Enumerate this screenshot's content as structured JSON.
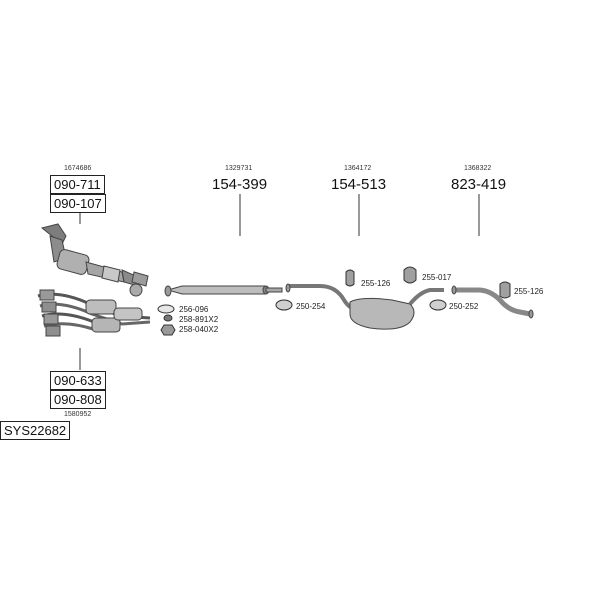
{
  "diagram": {
    "system_code": "SYS22682",
    "groups": [
      {
        "ref": "1674686",
        "parts": [
          "090-711",
          "090-107"
        ]
      },
      {
        "ref": "1329731",
        "parts": [
          "154-399"
        ]
      },
      {
        "ref": "1364172",
        "parts": [
          "154-513"
        ]
      },
      {
        "ref": "1368322",
        "parts": [
          "823-419"
        ]
      },
      {
        "ref": "1580952",
        "parts": [
          "090-633",
          "090-808"
        ]
      }
    ],
    "accessories": [
      "256-096",
      "258-891X2",
      "258-040X2",
      "250-254",
      "255-126",
      "255-017",
      "250-252",
      "255-126"
    ]
  }
}
